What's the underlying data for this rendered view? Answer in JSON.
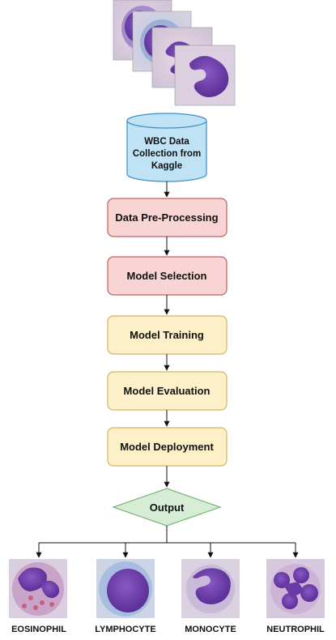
{
  "diagram": {
    "data_source": {
      "lines": [
        "WBC Data",
        "Collection from",
        "Kaggle"
      ],
      "fill": "#bfe3f5",
      "stroke": "#3a8fc4"
    },
    "steps": [
      {
        "label": "Data Pre-Processing",
        "fill": "#f8d4d4",
        "stroke": "#c06060"
      },
      {
        "label": "Model Selection",
        "fill": "#f8d4d4",
        "stroke": "#c06060"
      },
      {
        "label": "Model Training",
        "fill": "#fdf0c8",
        "stroke": "#d4b560"
      },
      {
        "label": "Model Evaluation",
        "fill": "#fdf0c8",
        "stroke": "#d4b560"
      },
      {
        "label": "Model Deployment",
        "fill": "#fdf0c8",
        "stroke": "#d4b560"
      }
    ],
    "decision": {
      "label": "Output",
      "fill": "#d6ecd4",
      "stroke": "#7ab57a"
    },
    "outputs": [
      {
        "label": "EOSINOPHIL",
        "cell": "eosinophil-image"
      },
      {
        "label": "LYMPHOCYTE",
        "cell": "lymphocyte-image"
      },
      {
        "label": "MONOCYTE",
        "cell": "monocyte-image"
      },
      {
        "label": "NEUTROPHIL",
        "cell": "neutrophil-image"
      }
    ]
  }
}
